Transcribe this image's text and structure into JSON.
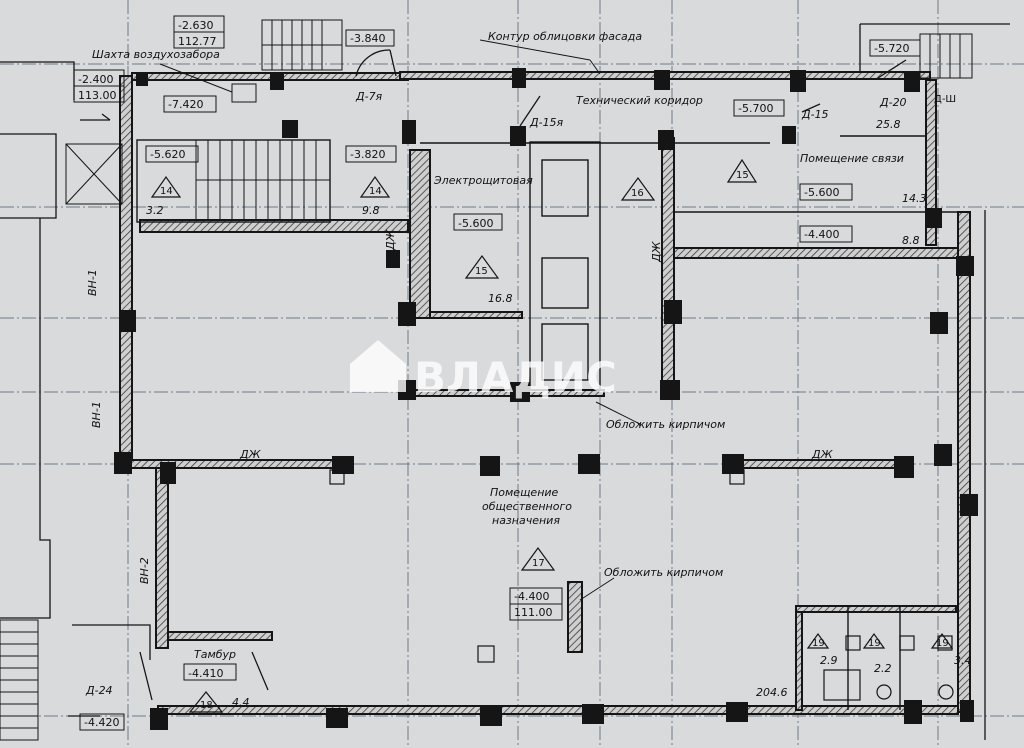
{
  "rooms": {
    "vent_shaft": {
      "name": "Шахта воздухозабора"
    },
    "electrical": {
      "name": "Электрощитовая",
      "level": "-5.600",
      "area": "16.8",
      "num": "15"
    },
    "tech_corridor": {
      "name": "Технический коридор",
      "num": "16"
    },
    "comm_room": {
      "name": "Помещение связи",
      "level": "-5.600",
      "area": "25.8",
      "num": "15"
    },
    "stair_left": {
      "num": "14",
      "area": "3.2"
    },
    "stair_right": {
      "num": "14",
      "area": "9.8"
    },
    "public": {
      "name": "Помещение общественного назначения",
      "num": "17",
      "level": "-4.400",
      "mark": "111.00",
      "area": "204.6"
    },
    "vestibule": {
      "name": "Тамбур",
      "level": "-4.410",
      "area": "4.4",
      "num": "18"
    },
    "wc1": {
      "num": "19",
      "area": "2.9"
    },
    "wc2": {
      "num": "19",
      "area": "2.2"
    },
    "wc3": {
      "num": "19",
      "area": "3.4"
    }
  },
  "levels": {
    "top_stair": "-2.630",
    "top_stair_mark": "112.77",
    "entry_left": "-2.400",
    "entry_left_mark": "113.00",
    "pit": "-7.420",
    "stair_landing_left": "-5.620",
    "stair_landing_right": "-3.820",
    "stair_top_right": "-3.840",
    "corridor": "-5.700",
    "right_stair": "-5.720",
    "right_strip": "-4.400",
    "bottom_left": "-4.420"
  },
  "areas": {
    "right_small": "14.3",
    "right_strip": "8.8"
  },
  "annotations": {
    "facade": "Контур облицовки фасада",
    "brick1": "Обложить кирпичом",
    "brick2": "Обложить кирпичом",
    "dzh1": "ДЖ",
    "dzh2": "ДЖ",
    "dzh3": "ДЖ",
    "dzh4": "ДЖ"
  },
  "doors": {
    "d7": "Д-7я",
    "d15a": "Д-15я",
    "d15": "Д-15",
    "d20": "Д-20",
    "dsh": "Д-Ш",
    "d24": "Д-24"
  },
  "walls": {
    "vn1a": "ВН-1",
    "vn1b": "ВН-1",
    "vn2": "ВН-2"
  },
  "watermark": "ВЛАДИС",
  "colors": {
    "paper": "#d9dadc",
    "ink": "#151515",
    "grid": "#6f7a86",
    "hatch": "#3a3a3a"
  }
}
